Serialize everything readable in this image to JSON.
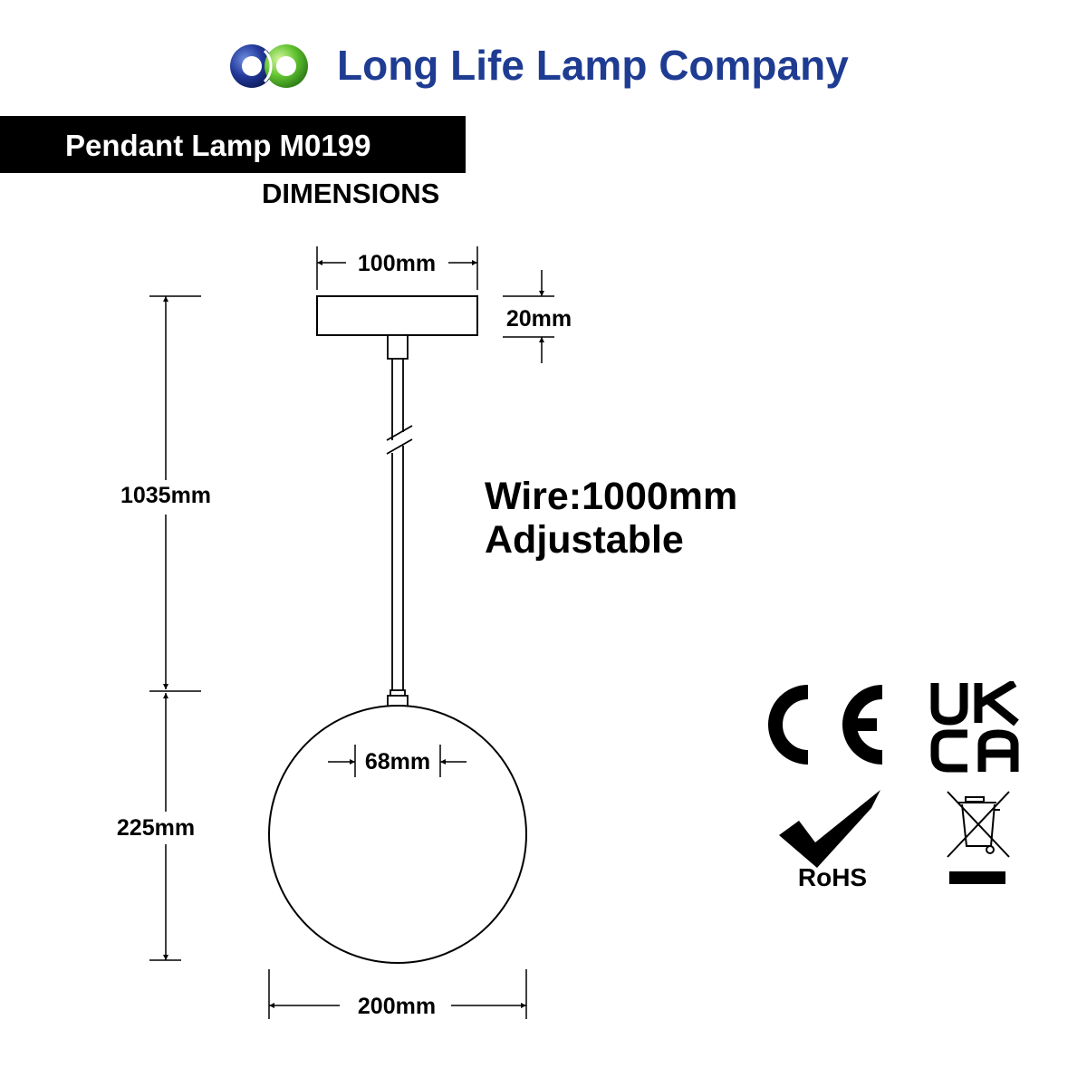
{
  "header": {
    "company_name": "Long Life Lamp Company",
    "logo_icon": "interlocking-circles-logo-icon",
    "brand_colors": {
      "blue": "#1f3c93",
      "green": "#5fc22f"
    }
  },
  "product": {
    "title": "Pendant Lamp M0199",
    "section": "DIMENSIONS"
  },
  "dimensions": {
    "canopy_width": "100mm",
    "canopy_height": "20mm",
    "suspension_length": "1035mm",
    "globe_height": "225mm",
    "globe_opening": "68mm",
    "globe_diameter": "200mm"
  },
  "wire_note": {
    "line1": "Wire:1000mm",
    "line2": "Adjustable"
  },
  "certifications": {
    "marks": [
      "CE",
      "UKCA",
      "RoHS",
      "WEEE"
    ],
    "ukca_line1": "UK",
    "ukca_line2": "CA",
    "rohs_label": "RoHS",
    "weee_icon": "crossed-out-wheelie-bin-icon"
  }
}
